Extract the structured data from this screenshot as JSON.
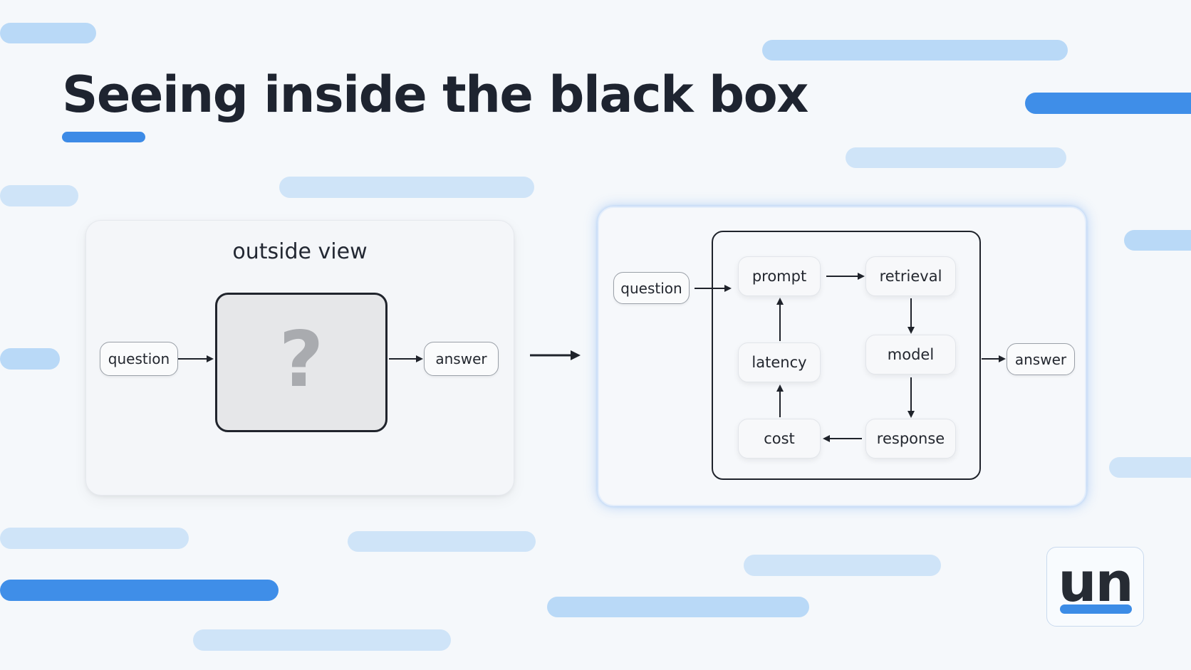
{
  "title": "Seeing inside the black box",
  "outside_view": {
    "heading": "outside view",
    "input": "question",
    "box_symbol": "?",
    "output": "answer"
  },
  "inside_view": {
    "input": "question",
    "nodes": {
      "prompt": "prompt",
      "retrieval": "retrieval",
      "model": "model",
      "response": "response",
      "cost": "cost",
      "latency": "latency"
    },
    "output": "answer"
  },
  "logo": {
    "text": "un"
  },
  "colors": {
    "accent": "#3d8be6",
    "light_bar": "#cfe4f8",
    "text_dark": "#1e2430",
    "panel_glow": "#64a0f0"
  }
}
